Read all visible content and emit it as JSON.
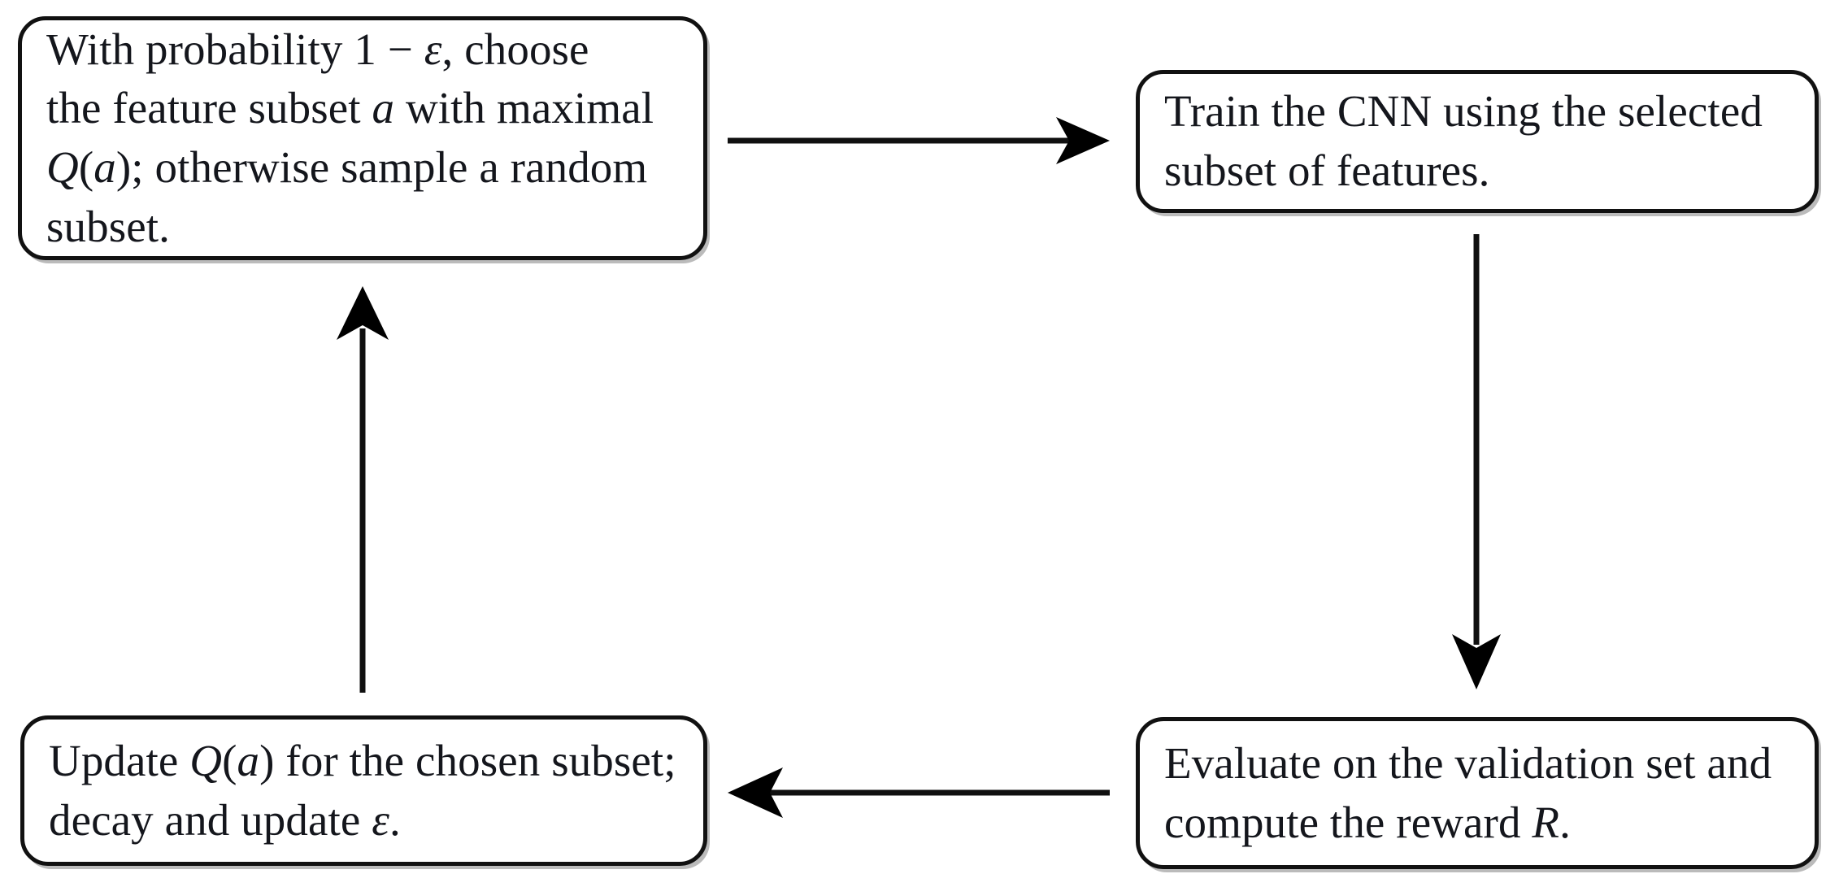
{
  "diagram": {
    "type": "cycle-flowchart",
    "orientation": "clockwise",
    "background_color": "#ffffff",
    "border_color": "#111111",
    "text_color": "#14161c",
    "nodes": [
      {
        "id": "policy",
        "position": "top-left",
        "text": "With probability 1 − ε, choose\nthe feature subset a with maximal\nQ(a); otherwise sample a random\nsubset.",
        "lines": [
          "With probability 1 − ε, choose",
          "the feature subset a with maximal",
          "Q(a); otherwise sample a random",
          "subset."
        ]
      },
      {
        "id": "train",
        "position": "top-right",
        "text": "Train the CNN using the selected\nsubset of features.",
        "lines": [
          "Train the CNN using the selected",
          "subset of features."
        ]
      },
      {
        "id": "evaluate",
        "position": "bottom-right",
        "text": "Evaluate on the validation set and\ncompute the reward R.",
        "lines": [
          "Evaluate on the validation set and",
          "compute the reward R."
        ]
      },
      {
        "id": "update",
        "position": "bottom-left",
        "text": "Update Q(a) for the chosen subset;\ndecay and update ε.",
        "lines": [
          "Update Q(a) for the chosen subset;",
          "decay and update ε."
        ]
      }
    ],
    "edges": [
      {
        "id": "policy-to-train",
        "from": "policy",
        "to": "train",
        "direction": "right",
        "label": ""
      },
      {
        "id": "train-to-eval",
        "from": "train",
        "to": "evaluate",
        "direction": "down",
        "label": ""
      },
      {
        "id": "eval-to-update",
        "from": "evaluate",
        "to": "update",
        "direction": "left",
        "label": ""
      },
      {
        "id": "update-to-policy",
        "from": "update",
        "to": "policy",
        "direction": "up",
        "label": ""
      }
    ],
    "symbols": {
      "epsilon": "ε",
      "q_value": "Q(a)",
      "action": "a",
      "reward": "R"
    }
  }
}
